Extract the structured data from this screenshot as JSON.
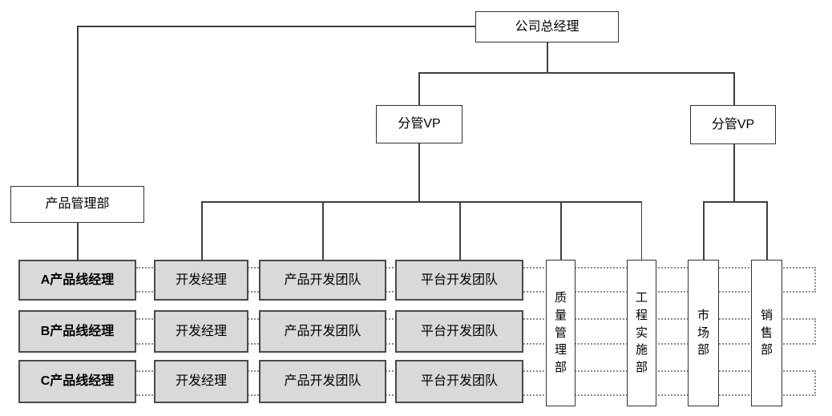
{
  "org_chart": {
    "general_manager": {
      "label": "公司总经理"
    },
    "vp_left": {
      "label": "分管VP"
    },
    "vp_right": {
      "label": "分管VP"
    },
    "product_management": {
      "label": "产品管理部"
    },
    "product_lines": [
      {
        "manager": "A产品线经理",
        "dev_manager": "开发经理",
        "product_team": "产品开发团队",
        "platform_team": "平台开发团队"
      },
      {
        "manager": "B产品线经理",
        "dev_manager": "开发经理",
        "product_team": "产品开发团队",
        "platform_team": "平台开发团队"
      },
      {
        "manager": "C产品线经理",
        "dev_manager": "开发经理",
        "product_team": "产品开发团队",
        "platform_team": "平台开发团队"
      }
    ],
    "departments": [
      {
        "label": "质量管理部"
      },
      {
        "label": "工程实施部"
      },
      {
        "label": "市场部"
      },
      {
        "label": "销售部"
      }
    ],
    "colors": {
      "line": "#3f3f3f",
      "border": "#333333",
      "gray_border": "#4a4a4a",
      "gray_fill": "#d9d9d9",
      "white_fill": "#ffffff",
      "dotted": "#8c8c8c",
      "text": "#000000",
      "bg": "#ffffff"
    }
  }
}
